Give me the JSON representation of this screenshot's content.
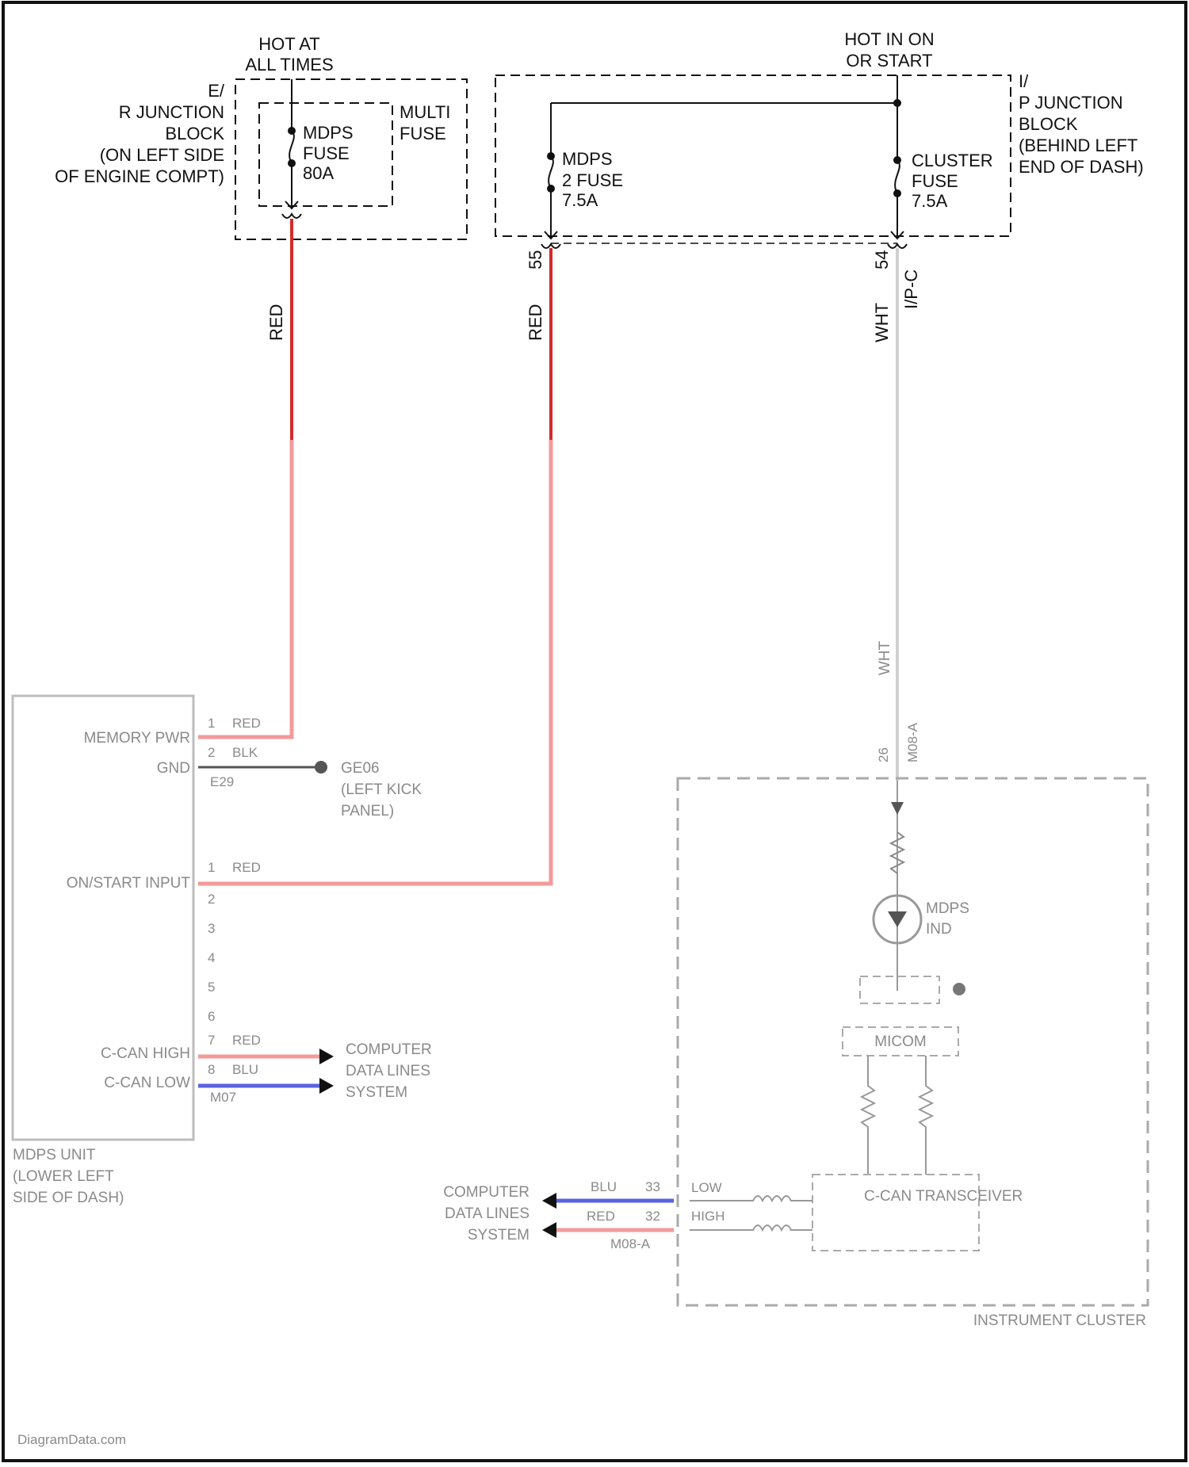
{
  "colors": {
    "red_wire": "#d42a2a",
    "red_wire_faded": "#f29a9a",
    "white_wire": "#cfcfcf",
    "blue_wire": "#5b62e0",
    "black_wire": "#555555",
    "frame": "#111111",
    "blurred_text": "#8a8a8a"
  },
  "supply": {
    "hot_at_all_times": [
      "HOT AT",
      "ALL TIMES"
    ],
    "hot_in_on": [
      "HOT IN ON",
      "OR START"
    ]
  },
  "er_junction_block": {
    "label": [
      "E/",
      "R JUNCTION",
      "BLOCK",
      "(ON LEFT SIDE",
      "OF ENGINE COMPT)"
    ],
    "multi_fuse_label": [
      "MULTI",
      "FUSE"
    ],
    "fuse": [
      "MDPS",
      "FUSE",
      "80A"
    ]
  },
  "ip_junction_block": {
    "label": [
      "I/",
      "P JUNCTION",
      "BLOCK",
      "(BEHIND LEFT",
      "END OF DASH)"
    ],
    "fuse_mdps2": [
      "MDPS",
      "2 FUSE",
      "7.5A"
    ],
    "fuse_cluster": [
      "CLUSTER",
      "FUSE",
      "7.5A"
    ]
  },
  "wires": {
    "red_1": "RED",
    "red_2": "RED",
    "pin_55": "55",
    "pin_54": "54",
    "wht": "WHT",
    "ipc": "I/P-C"
  },
  "mdps_unit": {
    "label": [
      "MDPS UNIT",
      "(LOWER LEFT",
      "SIDE OF DASH)"
    ],
    "memory_pwr": "MEMORY PWR",
    "gnd": "GND",
    "on_start_input": "ON/START INPUT",
    "c_can_high": "C-CAN HIGH",
    "c_can_low": "C-CAN LOW",
    "pin_mem": "1",
    "wire_mem": "RED",
    "pin_gnd": "2",
    "wire_gnd": "BLK",
    "conn_gnd": "E29",
    "ground_label": [
      "GE06",
      "(LEFT KICK",
      "PANEL)"
    ],
    "pin_on": "1",
    "wire_on": "RED",
    "pins_extra": [
      "2",
      "3",
      "4",
      "5",
      "6"
    ],
    "pin_high": "7",
    "wire_high": "RED",
    "pin_low": "8",
    "wire_low": "BLU",
    "conn_can": "M07",
    "can_dest": [
      "COMPUTER",
      "DATA LINES",
      "SYSTEM"
    ]
  },
  "cluster": {
    "label": "INSTRUMENT CLUSTER",
    "wht_label": "WHT",
    "pin_top": "26",
    "conn_top": "M08-A",
    "indicator": [
      "MDPS",
      "IND"
    ],
    "micom": "MICOM",
    "transceiver": "C-CAN TRANSCEIVER",
    "low": "LOW",
    "high": "HIGH",
    "pin_low": "33",
    "pin_high": "32",
    "wire_low": "BLU",
    "wire_high": "RED",
    "conn_bottom": "M08-A",
    "can_dest": [
      "COMPUTER",
      "DATA LINES",
      "SYSTEM"
    ]
  },
  "watermark": "DiagramData.com"
}
